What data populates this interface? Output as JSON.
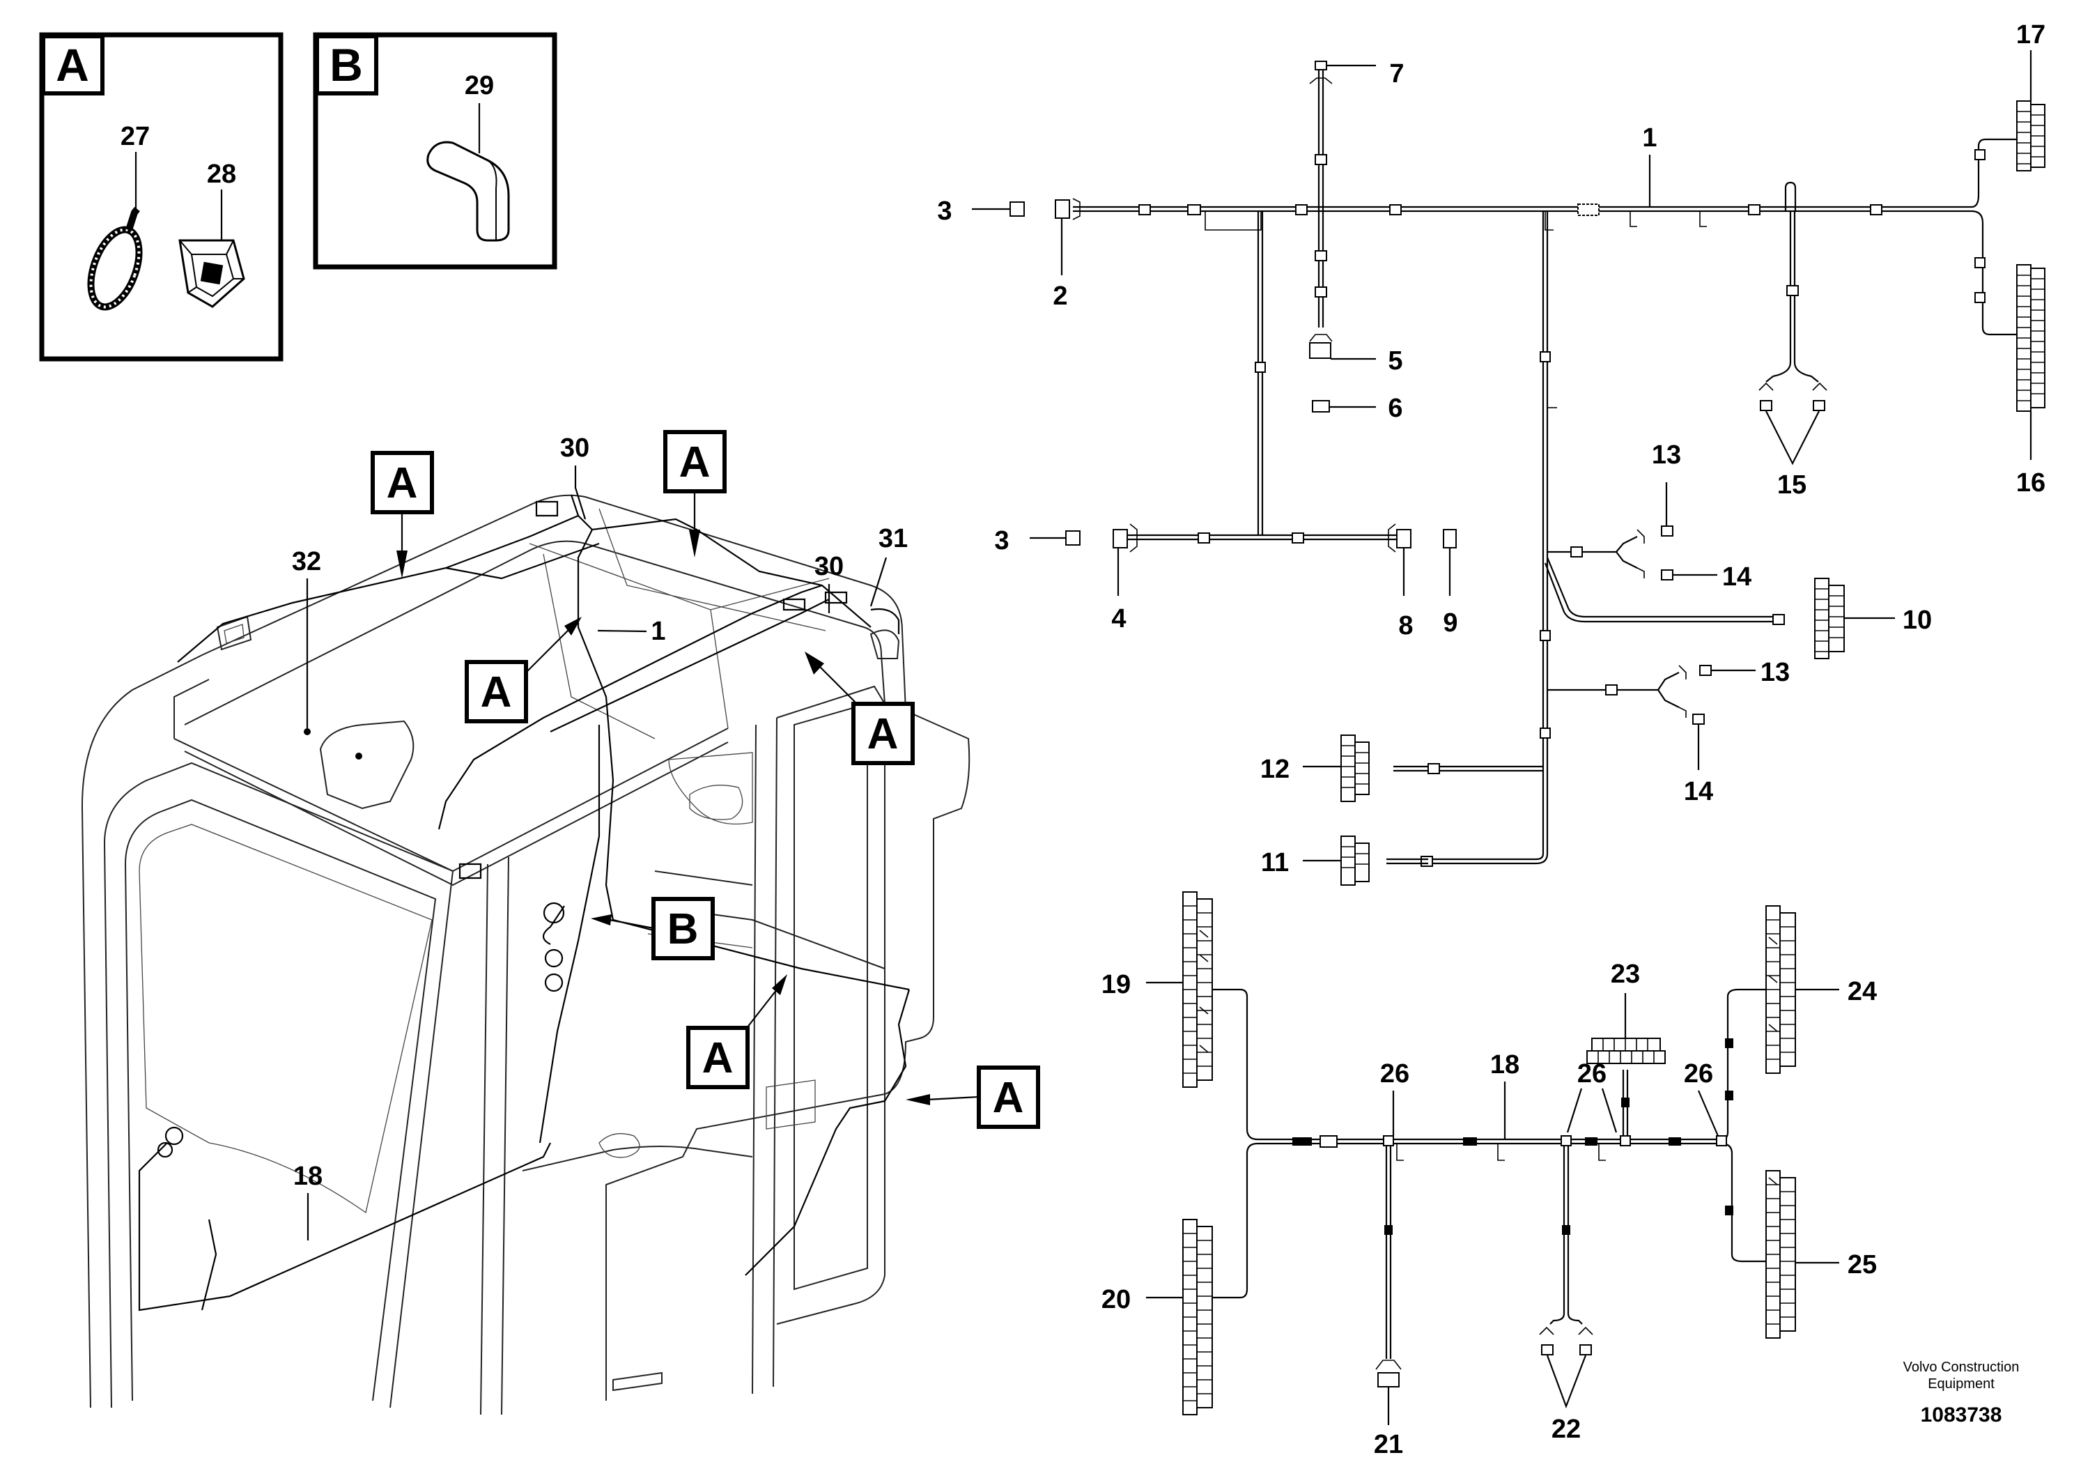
{
  "insets": [
    {
      "letter": "A",
      "parts": [
        "27",
        "28"
      ]
    },
    {
      "letter": "B",
      "parts": [
        "29"
      ]
    }
  ],
  "view_letters": {
    "a": "A",
    "b": "B"
  },
  "callouts": {
    "c1": "1",
    "c2": "2",
    "c3": "3",
    "c4": "4",
    "c5": "5",
    "c6": "6",
    "c7": "7",
    "c8": "8",
    "c9": "9",
    "c10": "10",
    "c11": "11",
    "c12": "12",
    "c13": "13",
    "c14": "14",
    "c15": "15",
    "c16": "16",
    "c17": "17",
    "c18": "18",
    "c19": "19",
    "c20": "20",
    "c21": "21",
    "c22": "22",
    "c23": "23",
    "c24": "24",
    "c25": "25",
    "c26": "26",
    "c27": "27",
    "c28": "28",
    "c29": "29",
    "c30": "30",
    "c31": "31",
    "c32": "32"
  },
  "footer": {
    "brand_line1": "Volvo Construction",
    "brand_line2": "Equipment",
    "doc_number": "1083738"
  }
}
